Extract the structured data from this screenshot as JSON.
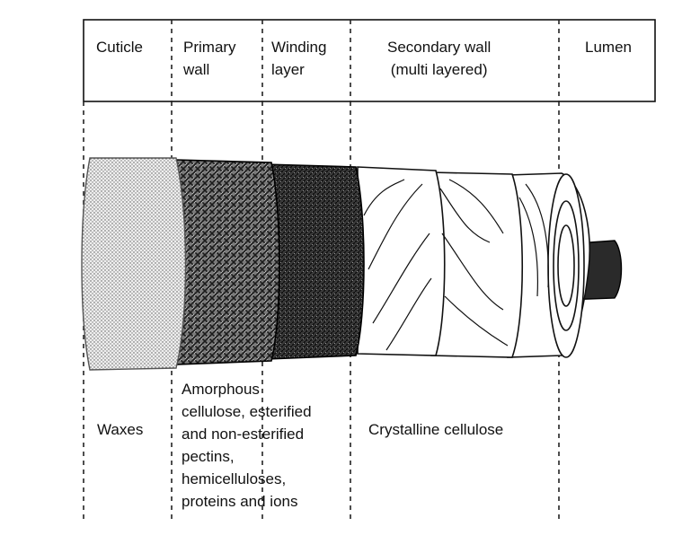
{
  "header": {
    "layers": [
      {
        "label": "Cuticle"
      },
      {
        "label": "Primary\nwall"
      },
      {
        "label": "Winding\nlayer"
      },
      {
        "label": "Secondary wall\n(multi layered)"
      },
      {
        "label": "Lumen"
      }
    ]
  },
  "composition": {
    "cuticle": "Waxes",
    "primary_wall": "Amorphous\ncellulose, esterified\nand non-esterified\npectins,\nhemicelluloses,\nproteins and ions",
    "secondary_wall": "Crystalline cellulose"
  }
}
